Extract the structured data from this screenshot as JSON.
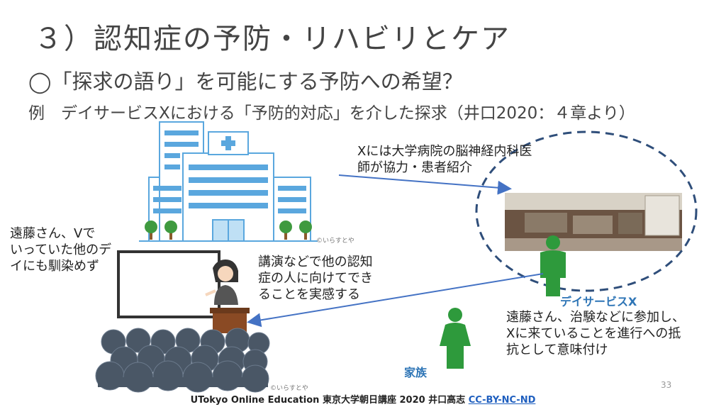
{
  "slide": {
    "title": "３）認知症の予防・リハビリとケア",
    "subtitle": "◯「探求の語り」を可能にする予防への希望？",
    "example": "例　デイサービスXにおける「予防的対応」を介した探求（井口2020：４章より）",
    "hospital_note_line1": "Xには大学病院の脳神経内科医",
    "hospital_note_line2": "師が協力・患者紹介",
    "left_note_line1": "遠藤さん、Vで",
    "left_note_line2": "いっていた他のデ",
    "left_note_line3": "イにも馴染めず",
    "lecture_note_line1": "講演などで他の認知",
    "lecture_note_line2": "症の人に向けてでき",
    "lecture_note_line3": "ることを実感する",
    "right_note_line1": "遠藤さん、治験などに参加し、",
    "right_note_line2": "Xに来ていることを進行への抵",
    "right_note_line3": "抗として意味付け",
    "dayservice_label": "デイサービスX",
    "family_label": "家族",
    "credit_hospital": "©いらすとや",
    "credit_audience": "©いらすとや",
    "page_number": "33"
  },
  "footer": {
    "text": "UTokyo Online Education 東京大学朝日講座 2020 井口高志 ",
    "license": "CC-BY-NC-ND"
  },
  "colors": {
    "building": "#5aa7de",
    "person_green": "#2e9a3c",
    "arrow": "#4472c4",
    "dashed_circle": "#2f4e7a",
    "audience": "#4a5766"
  },
  "icons": [
    "hospital-illustration",
    "lecturer-illustration",
    "audience-illustration",
    "dayservice-photo",
    "person-icon"
  ]
}
